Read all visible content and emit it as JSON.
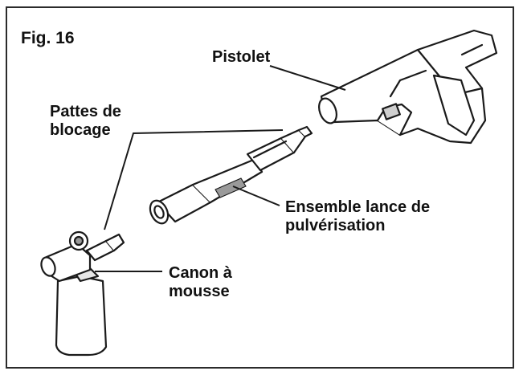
{
  "figure": {
    "title": "Fig. 16",
    "labels": {
      "pistolet": "Pistolet",
      "pattes_line1": "Pattes de",
      "pattes_line2": "blocage",
      "ensemble_line1": "Ensemble lance de",
      "ensemble_line2": "pulvérisation",
      "canon_line1": "Canon à",
      "canon_line2": "mousse"
    }
  },
  "colors": {
    "stroke": "#1a1a1a",
    "frame": "#2b2b2b",
    "shade": "#9a9a9a"
  },
  "icons": [
    "spray-gun-icon",
    "spray-lance-icon",
    "foam-cannon-icon"
  ]
}
